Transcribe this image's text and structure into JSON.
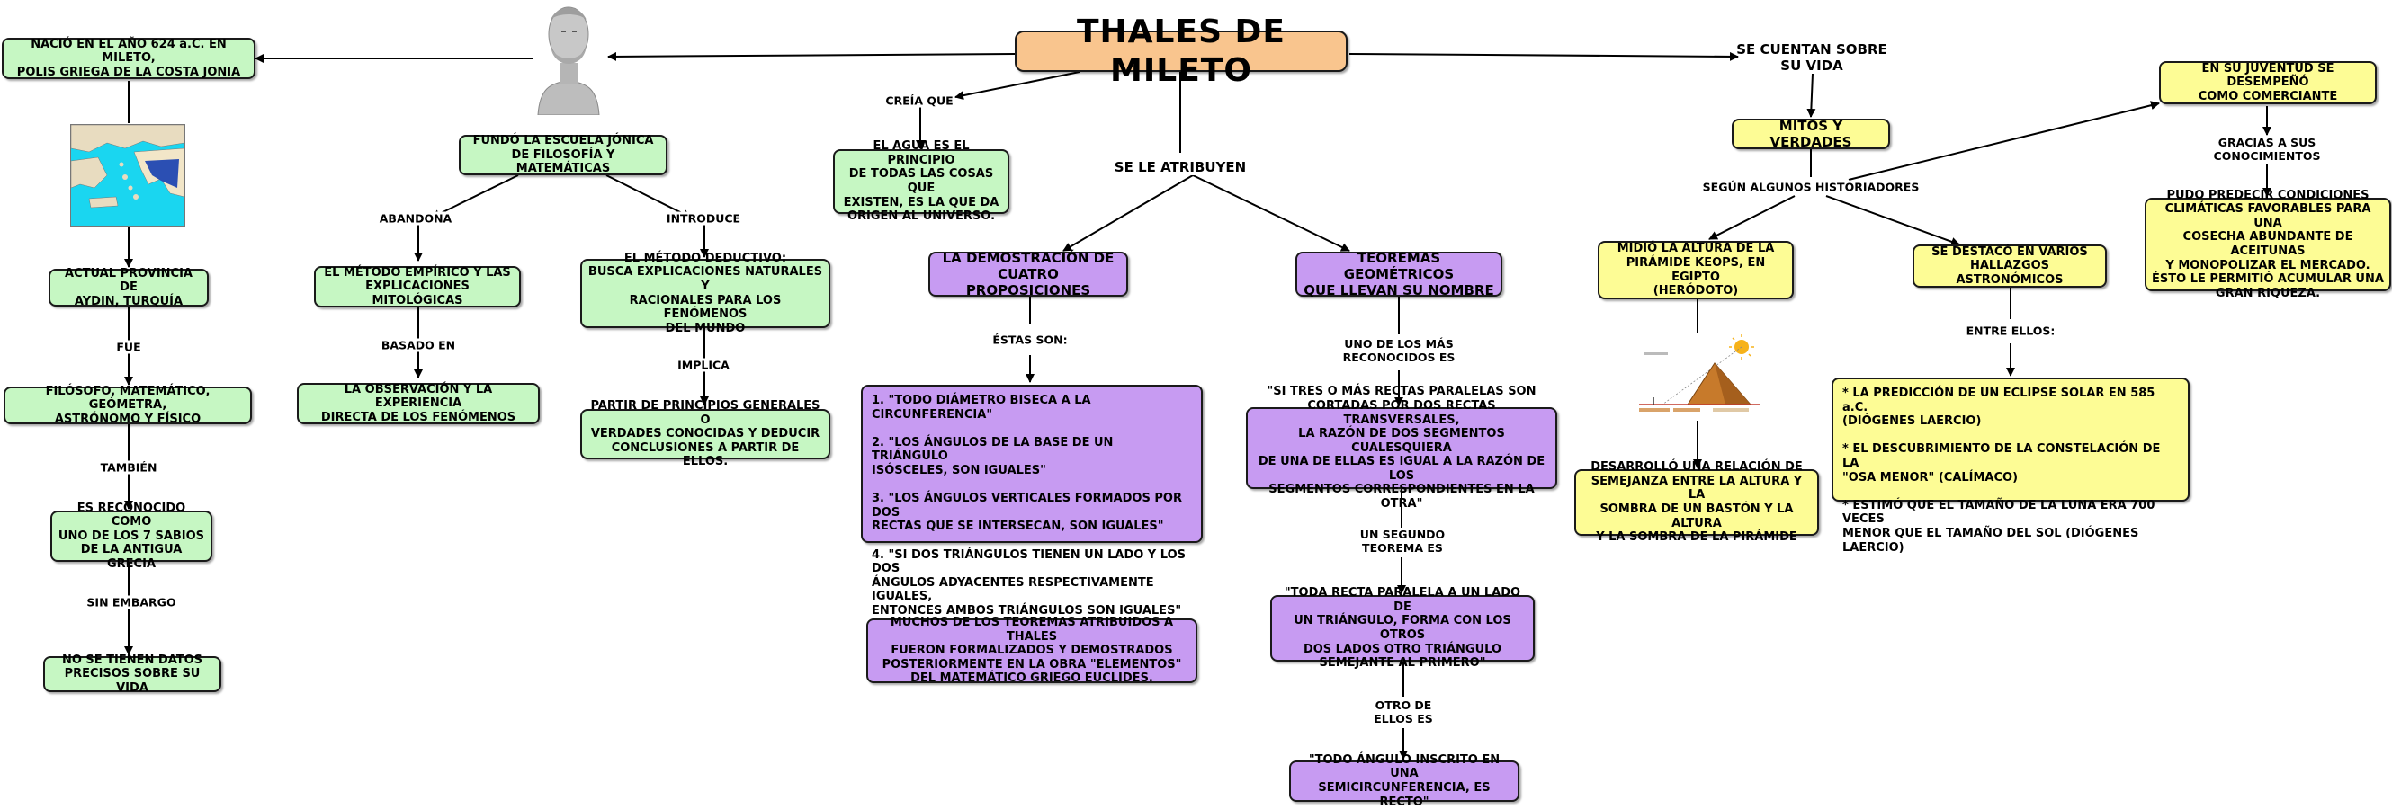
{
  "title": "THALES DE MILETO",
  "colors": {
    "green": "#c6f7c3",
    "purple": "#c79bf2",
    "yellow": "#fdfc95",
    "title": "#f9c58e",
    "sea": "#1ad6f0"
  },
  "images": {
    "bust": "thales-bust",
    "map": "map-aydin",
    "pyramid": "pyramid-shadow-diagram"
  },
  "left": {
    "born": "NACIÓ EN EL AÑO 624 a.C. EN MILETO,\nPOLIS GRIEGA DE LA COSTA JONIA",
    "province": "ACTUAL PROVINCIA DE\nAYDIN, TURQUÍA",
    "lbl_fue": "FUE",
    "philosopher": "FILÓSOFO, MATEMÁTICO, GEÓMETRA,\nASTRÓNOMO Y FÍSICO",
    "lbl_tambien": "TAMBIÉN",
    "sages": "ES RECONOCIDO COMO\nUNO DE LOS 7 SABIOS\nDE LA ANTIGUA GRECIA",
    "lbl_sin_embargo": "SIN EMBARGO",
    "no_data": "NO SE TIENEN DATOS\nPRECISOS SOBRE SU VIDA"
  },
  "school": {
    "founded": "FUNDÓ LA ESCUELA JÓNICA\nDE FILOSOFÍA Y MATEMÁTICAS",
    "lbl_abandona": "ABANDONA",
    "lbl_introduce": "INTRODUCE",
    "empirical": "EL MÉTODO EMPÍRICO Y LAS\nEXPLICACIONES MITOLÓGICAS",
    "lbl_basado": "BASADO EN",
    "observation": "LA OBSERVACIÓN Y LA EXPERIENCIA\nDIRECTA DE LOS FENÓMENOS",
    "deductive": "EL MÉTODO DEDUCTIVO:\nBUSCA EXPLICACIONES NATURALES Y\nRACIONALES PARA LOS FENÓMENOS\nDEL MUNDO",
    "lbl_implica": "IMPLICA",
    "principles": "PARTIR DE PRINCIPIOS GENERALES O\nVERDADES CONOCIDAS Y DEDUCIR\nCONCLUSIONES A PARTIR DE ELLOS."
  },
  "center": {
    "lbl_creia": "CREÍA QUE",
    "water": "EL AGUA ES EL PRINCIPIO\nDE TODAS LAS COSAS QUE\nEXISTEN, ES LA QUE DA\nORIGEN AL UNIVERSO.",
    "lbl_atribuyen": "SE LE ATRIBUYEN",
    "demonstration": "LA DEMOSTRACIÓN DE\nCUATRO PROPOSICIONES",
    "lbl_estas": "ÉSTAS SON:",
    "propositions": "1. \"TODO DIÁMETRO BISECA A LA CIRCUNFERENCIA\"\n\n2. \"LOS ÁNGULOS DE LA BASE DE UN TRIÁNGULO\nISÓSCELES, SON IGUALES\"\n\n3. \"LOS ÁNGULOS VERTICALES FORMADOS POR DOS\nRECTAS QUE SE INTERSECAN, SON IGUALES\"\n\n4. \"SI DOS TRIÁNGULOS TIENEN UN LADO Y LOS DOS\nÁNGULOS ADYACENTES RESPECTIVAMENTE IGUALES,\nENTONCES AMBOS TRIÁNGULOS SON IGUALES\"",
    "theorems_note": "MUCHOS DE LOS TEOREMAS ATRIBUIDOS A THALES\nFUERON FORMALIZADOS Y DEMOSTRADOS\nPOSTERIORMENTE EN LA OBRA \"ELEMENTOS\"\nDEL MATEMÁTICO GRIEGO EUCLIDES.",
    "geometric": "TEOREMAS GEOMÉTRICOS\nQUE LLEVAN SU NOMBRE",
    "lbl_uno": "UNO DE LOS MÁS\nRECONOCIDOS ES",
    "theorem1": "\"SI TRES O MÁS RECTAS PARALELAS SON\nCORTADAS POR DOS RECTAS TRANSVERSALES,\nLA RAZÓN DE DOS SEGMENTOS CUALESQUIERA\nDE UNA DE ELLAS ES IGUAL A LA RAZÓN DE LOS\nSEGMENTOS CORRESPONDIENTES EN LA OTRA\"",
    "lbl_segundo": "UN SEGUNDO\nTEOREMA ES",
    "theorem2": "\"TODA RECTA PARALELA A UN LADO DE\nUN TRIÁNGULO, FORMA CON LOS OTROS\nDOS LADOS OTRO TRIÁNGULO\nSEMEJANTE AL PRIMERO\"",
    "lbl_otro": "OTRO DE\nELLOS ES",
    "theorem3": "\"TODO ÁNGULO INSCRITO EN UNA\nSEMICIRCUNFERENCIA, ES RECTO\""
  },
  "right": {
    "lbl_cuentan": "SE CUENTAN SOBRE\nSU VIDA",
    "myths": "MITOS Y VERDADES",
    "lbl_historiadores": "SEGÚN ALGUNOS HISTORIADORES",
    "merchant": "EN SU JUVENTUD SE DESEMPEÑÓ\nCOMO COMERCIANTE",
    "lbl_gracias": "GRACIAS A SUS\nCONOCIMIENTOS",
    "predict": "PUDO PREDECIR CONDICIONES\nCLIMÁTICAS FAVORABLES PARA UNA\nCOSECHA ABUNDANTE DE ACEITUNAS\nY MONOPOLIZAR EL MERCADO.\nÉSTO LE PERMITIÓ ACUMULAR UNA\nGRAN RIQUEZA.",
    "pyramid": "MIDIÓ LA ALTURA DE LA\nPIRÁMIDE KEOPS, EN EGIPTO\n(HERÓDOTO)",
    "similarity": "DESARROLLÓ UNA RELACIÓN DE\nSEMEJANZA ENTRE LA ALTURA Y LA\nSOMBRA DE UN BASTÓN Y LA ALTURA\nY LA SOMBRA DE LA PIRÁMIDE",
    "astro": "SE DESTACÓ EN VARIOS\nHALLAZGOS ASTRONÓMICOS",
    "lbl_entre": "ENTRE ELLOS:",
    "astro_list": "* LA PREDICCIÓN DE UN ECLIPSE SOLAR EN 585 a.C.\n(DIÓGENES LAERCIO)\n\n* EL DESCUBRIMIENTO DE LA CONSTELACIÓN DE LA\n\"OSA MENOR\" (CALÍMACO)\n\n* ESTIMÓ QUE EL TAMAÑO DE LA LUNA ERA 700 VECES\nMENOR QUE EL TAMAÑO DEL SOL (DIÓGENES LAERCIO)"
  }
}
